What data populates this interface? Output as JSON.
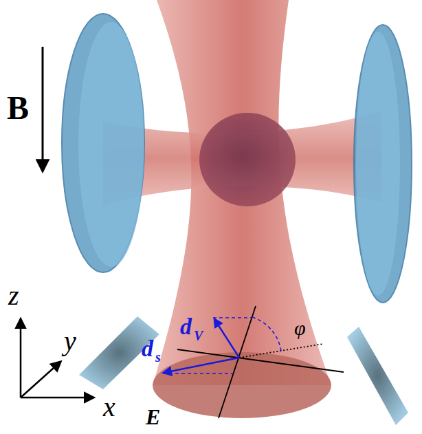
{
  "diagram": {
    "labels": [
      "B",
      "z",
      "y",
      "x",
      "d",
      "V",
      "d",
      "s",
      "E",
      "φ"
    ]
  }
}
